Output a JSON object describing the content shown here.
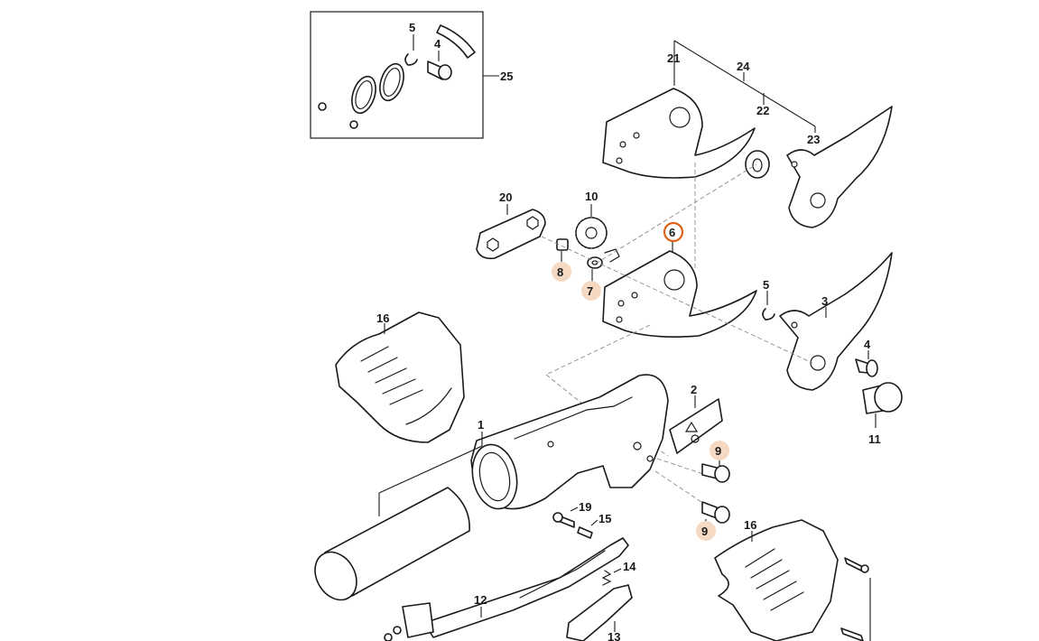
{
  "labels": {
    "l1": "1",
    "l2": "2",
    "l3": "3",
    "l4a": "4",
    "l4b": "4",
    "l5a": "5",
    "l5b": "5",
    "l6": "6",
    "l7": "7",
    "l8": "8",
    "l9a": "9",
    "l9b": "9",
    "l10": "10",
    "l11": "11",
    "l12": "12",
    "l13": "13",
    "l14": "14",
    "l15": "15",
    "l16a": "16",
    "l16b": "16",
    "l19": "19",
    "l20": "20",
    "l21": "21",
    "l22": "22",
    "l23": "23",
    "l24": "24",
    "l25": "25"
  },
  "colors": {
    "highlight_fill": "#f6d9c2",
    "selected_ring": "#e0621a",
    "line": "#1a1a1a"
  },
  "selected_part": "6",
  "highlighted_parts": [
    "7",
    "8",
    "9"
  ]
}
